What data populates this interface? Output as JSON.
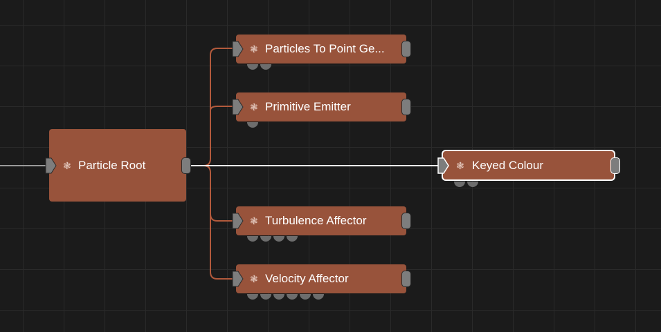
{
  "colors": {
    "background": "#1b1b1b",
    "grid": "#2a2a2a",
    "node_fill": "#98533b",
    "wire_parent": "#b35a3c",
    "wire_selected": "#ffffff",
    "port": "#7d7d7d"
  },
  "nodes": {
    "particle_root": {
      "label": "Particle Root",
      "icon": "gear-icon"
    },
    "particles_to_point_gen": {
      "label": "Particles To Point Ge...",
      "icon": "gear-icon",
      "dots": 2
    },
    "primitive_emitter": {
      "label": "Primitive Emitter",
      "icon": "gear-icon",
      "dots": 1
    },
    "turbulence_affector": {
      "label": "Turbulence Affector",
      "icon": "gear-icon",
      "dots": 4
    },
    "velocity_affector": {
      "label": "Velocity Affector",
      "icon": "gear-icon",
      "dots": 6
    },
    "keyed_colour": {
      "label": "Keyed Colour",
      "icon": "gear-icon",
      "dots": 2,
      "selected": true
    }
  }
}
